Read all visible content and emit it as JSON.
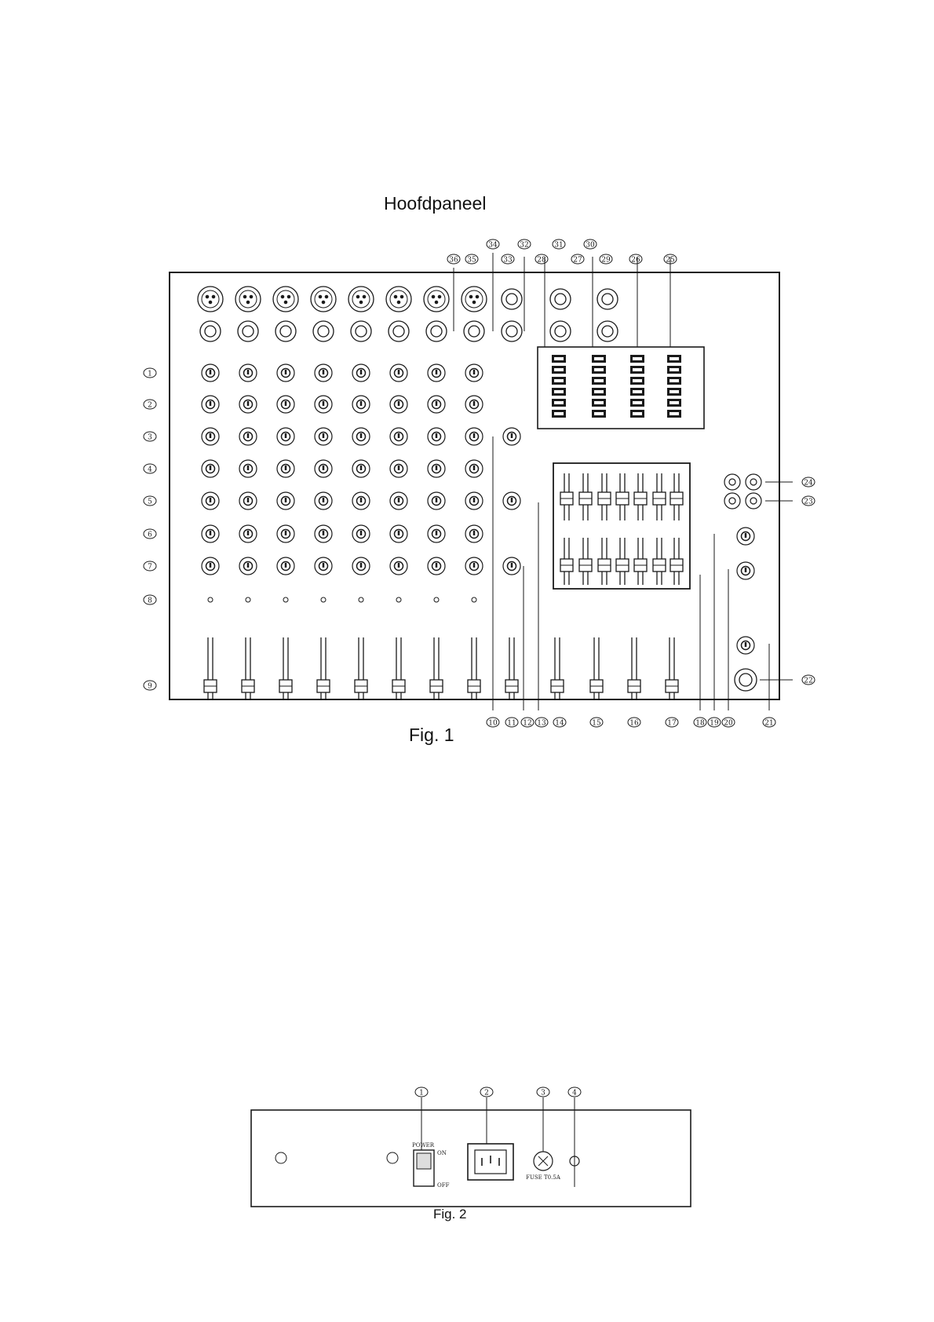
{
  "figure1": {
    "title": "Hoofdpaneel",
    "caption": "Fig. 1",
    "left_callouts": [
      "1",
      "2",
      "3",
      "4",
      "5",
      "6",
      "7",
      "8",
      "9"
    ],
    "bottom_callouts": [
      "10",
      "11",
      "12",
      "13",
      "14",
      "15",
      "16",
      "17",
      "18",
      "19",
      "20",
      "21"
    ],
    "top_callouts": [
      "36",
      "35",
      "34",
      "33",
      "32",
      "28",
      "31",
      "27",
      "30",
      "29",
      "26",
      "25"
    ],
    "right_callouts": [
      "24",
      "23",
      "22"
    ]
  },
  "figure2": {
    "caption": "Fig. 2",
    "top_callouts": [
      "1",
      "2",
      "3",
      "4"
    ],
    "switch_label": "POWER",
    "switch_on": "ON",
    "switch_off": "OFF",
    "fuse_label": "FUSE T0.5A"
  },
  "colors": {
    "ink": "#1a1a1a",
    "paper": "#ffffff"
  }
}
